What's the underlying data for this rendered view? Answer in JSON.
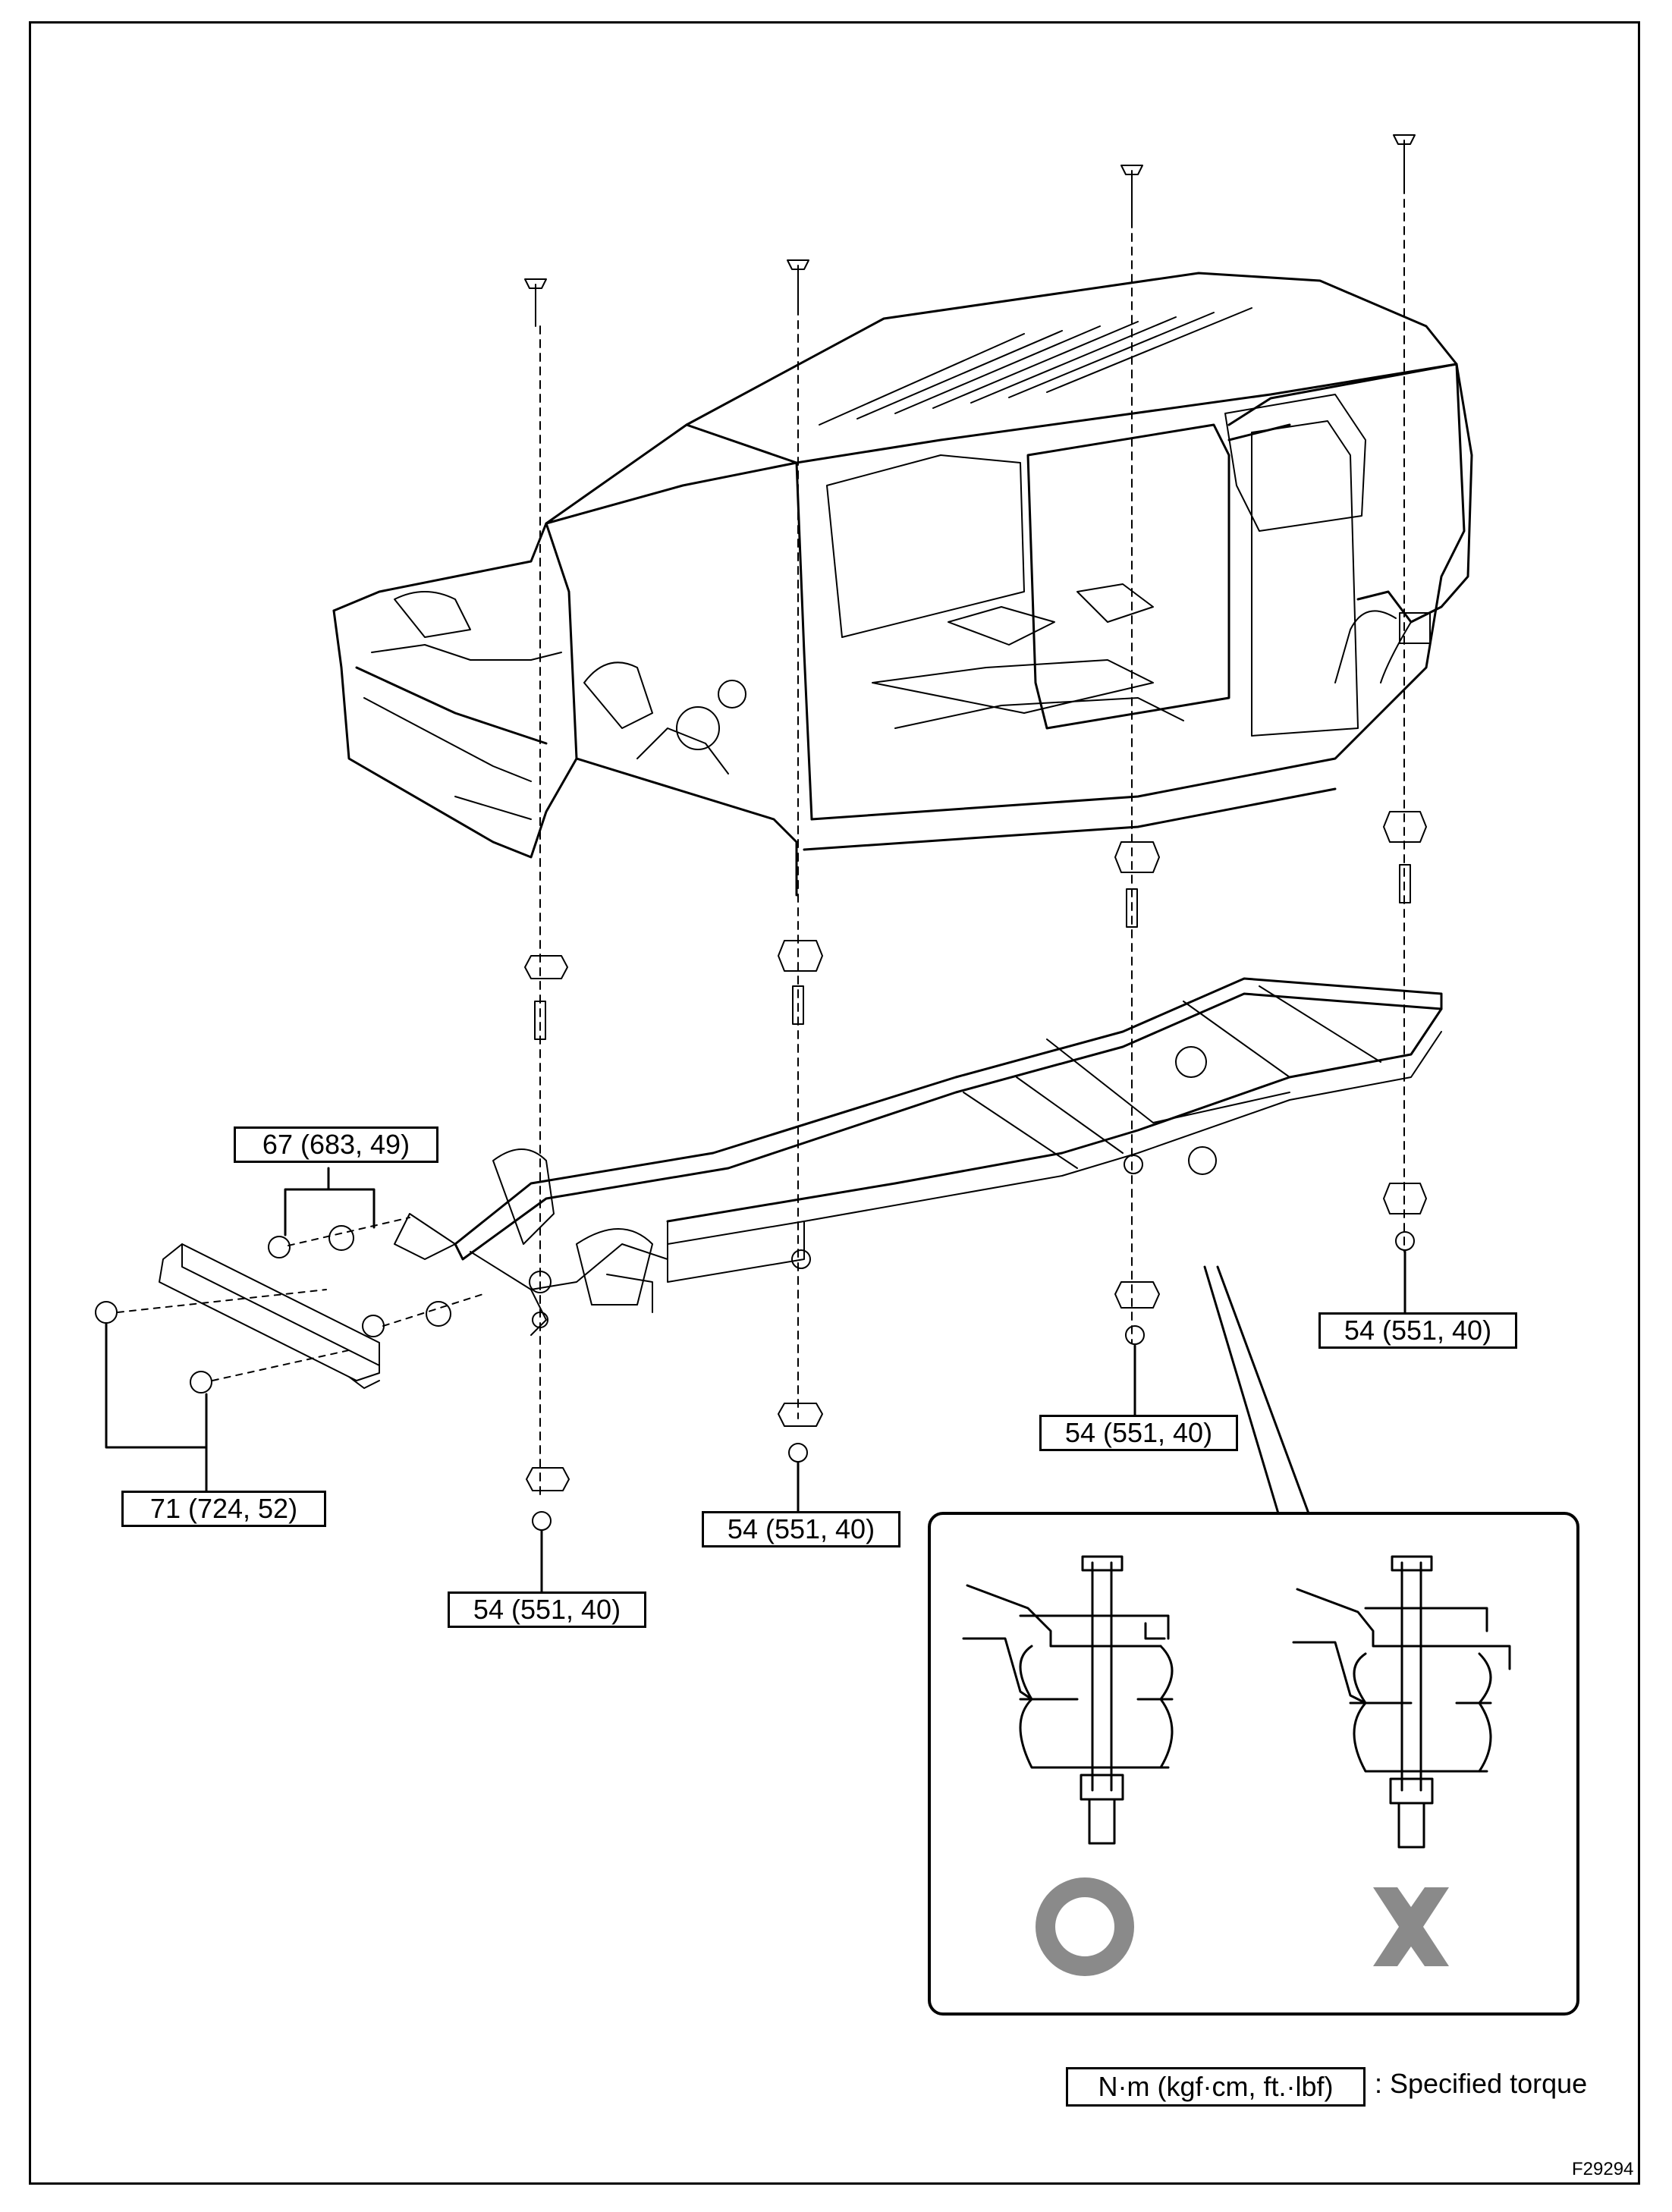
{
  "torque_labels": {
    "front_bumper_upper": "67 (683, 49)",
    "front_bumper_lower": "71 (724, 52)",
    "mount_front": "54 (551, 40)",
    "mount_second": "54 (551, 40)",
    "mount_third": "54 (551, 40)",
    "mount_rear": "54 (551, 40)"
  },
  "legend": {
    "unit_box": "N·m (kgf·cm, ft.·lbf)",
    "description": ": Specified torque"
  },
  "inset": {
    "correct_symbol": "correct-mark",
    "incorrect_symbol": "incorrect-mark",
    "symbol_color": "#8a8a8a"
  },
  "figure_id": "F29294"
}
